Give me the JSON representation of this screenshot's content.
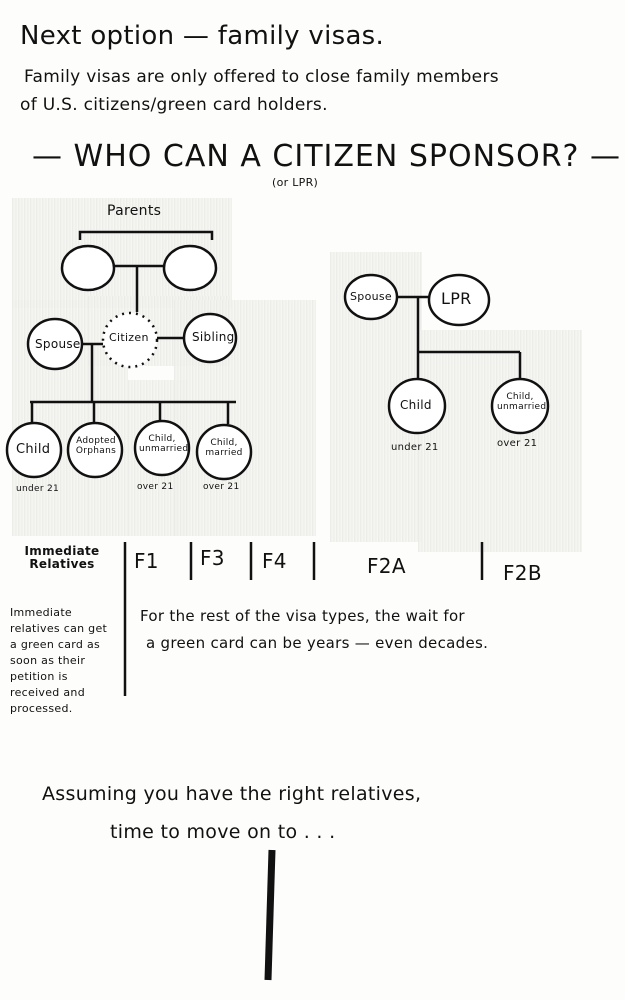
{
  "header": {
    "line1": "Next option — family visas.",
    "line2": "Family visas are only offered to close family members",
    "line3": "of U.S. citizens/green card holders."
  },
  "title": {
    "main": "— WHO CAN A CITIZEN SPONSOR? —",
    "sub": "(or LPR)"
  },
  "citizen_tree": {
    "parents_label": "Parents",
    "spouse": "Spouse",
    "citizen": "Citizen",
    "sibling": "Sibling",
    "child": "Child",
    "adopted_orphans": "Adopted Orphans",
    "child_unmarried": "Child, unmarried",
    "child_married": "Child, married",
    "under21": "under 21",
    "over21_a": "over 21",
    "over21_b": "over 21"
  },
  "lpr_tree": {
    "spouse": "Spouse",
    "lpr": "LPR",
    "child": "Child",
    "child_unmarried": "Child, unmarried",
    "under21": "under 21",
    "over21": "over 21"
  },
  "categories": {
    "immediate": "Immediate Relatives",
    "f1": "F1",
    "f3": "F3",
    "f4": "F4",
    "f2a": "F2A",
    "f2b": "F2B"
  },
  "notes": {
    "immediate_note": "Immediate relatives can get a green card as soon as their petition is received and processed.",
    "rest_note_1": "For the rest of the visa types, the wait for",
    "rest_note_2": "a green card can be years — even decades."
  },
  "closing": {
    "line1": "Assuming you have the right relatives,",
    "line2": "time to move on to . . ."
  }
}
